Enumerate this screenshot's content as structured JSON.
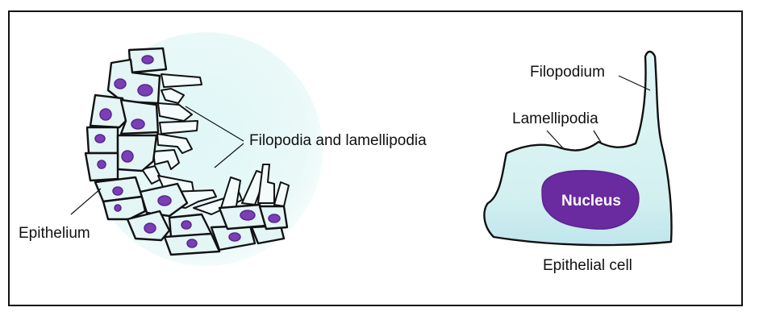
{
  "labels": {
    "filopodia_lamellipodia": "Filopodia and lamellipodia",
    "epithelium": "Epithelium",
    "filopodium": "Filopodium",
    "lamellipodia": "Lamellipodia",
    "nucleus": "Nucleus",
    "epithelial_cell": "Epithelial cell"
  },
  "colors": {
    "frame": "#111111",
    "outline": "#111111",
    "cell_fill": "#dff4f4",
    "nucleus_fill": "#6a2aa0",
    "nucleus_dot": "#7a3fb5",
    "label_text": "#111111"
  }
}
